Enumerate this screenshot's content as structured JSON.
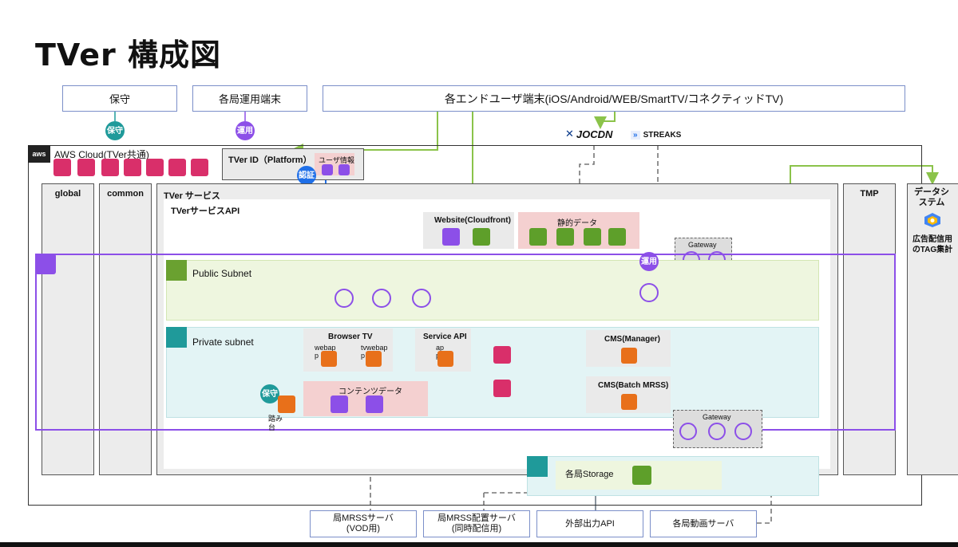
{
  "title": "TVer 構成図",
  "top": {
    "maintenance": "保守",
    "station_terminal": "各局運用端末",
    "end_user": "各エンドユーザ端末(iOS/Android/WEB/SmartTV/コネクティッドTV)"
  },
  "badges": {
    "maint1": "保守",
    "ops1": "運用",
    "auth": "認証",
    "ops2": "運用",
    "maint2": "保守"
  },
  "cdn": {
    "jocdn": "JOCDN",
    "streaks": "STREAKS"
  },
  "aws_cloud": "AWS Cloud(TVer共通)",
  "tver_id": "TVer ID（Platform）",
  "user_info": "ユーザ情報",
  "columns": {
    "global": "global",
    "common": "common",
    "tver_service": "TVer サービス",
    "tmp": "TMP"
  },
  "tver_service_api": "TVerサービスAPI",
  "website": "Website(Cloudfront)",
  "static_data": "静的データ",
  "gateway_top": "Gateway",
  "public_subnet": "Public Subnet",
  "private_subnet": "Private subnet",
  "browser_tv": "Browser TV",
  "webapp": "webap\np",
  "tvwebapp": "tvwebap\np",
  "service_api": "Service API",
  "ap": "ap\np",
  "cms_manager": "CMS(Manager)",
  "cms_batch": "CMS(Batch MRSS)",
  "contents_data": "コンテンツデータ",
  "bastion": "踏み台",
  "gateway_bottom": "Gateway",
  "storage": "各局Storage",
  "data_system": {
    "title": "データシステム",
    "desc": "広告配信用のTAG集計"
  },
  "bottom": {
    "mrss_vod": "局MRSSサーバ\n(VOD用)",
    "mrss_live": "局MRSS配置サーバ\n(同時配信用)",
    "external_api": "外部出力API",
    "video_server": "各局動画サーバ"
  },
  "colors": {
    "accent_green": "#8bc34a",
    "accent_blue": "#1f6fe8",
    "purple": "#8c4fe8"
  }
}
